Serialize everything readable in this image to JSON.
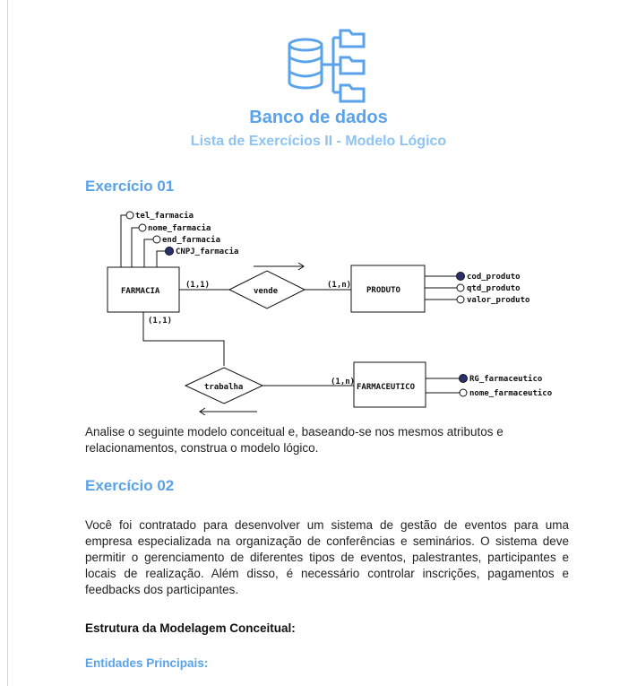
{
  "header": {
    "icon": "database-folders-icon",
    "title": "Banco de dados",
    "subtitle": "Lista de Exercícios II - Modelo Lógico"
  },
  "exercise1": {
    "heading": "Exercício 01",
    "diagram": {
      "entities": [
        "FARMACIA",
        "PRODUTO",
        "FARMACEUTICO"
      ],
      "relationships": [
        "vende",
        "trabalha"
      ],
      "farmacia_attributes": [
        "tel_farmacia",
        "nome_farmacia",
        "end_farmacia",
        "CNPJ_farmacia"
      ],
      "produto_attributes": [
        "cod_produto",
        "qtd_produto",
        "valor_produto"
      ],
      "farmaceutico_attributes": [
        "RG_farmaceutico",
        "nome_farmaceutico"
      ],
      "cardinalities": {
        "farmacia_vende": "(1,1)",
        "vende_produto": "(1,n)",
        "farmacia_trabalha": "(1,1)",
        "trabalha_farmaceutico": "(1,n)"
      }
    },
    "text": "Analise o seguinte modelo conceitual e, baseando-se nos mesmos atributos e relacionamentos, construa o modelo lógico."
  },
  "exercise2": {
    "heading": "Exercício 02",
    "text": "Você foi contratado para desenvolver um sistema de gestão de eventos para uma empresa especializada na organização de conferências e seminários. O sistema deve permitir o gerenciamento de diferentes tipos de eventos, palestrantes, participantes e locais de realização. Além disso, é necessário controlar inscrições, pagamentos e feedbacks dos participantes.",
    "structure_label": "Estrutura da Modelagem Conceitual:",
    "entities_label": "Entidades Principais:"
  },
  "colors": {
    "accent": "#5aa2ea",
    "accent_light": "#8ec3f2",
    "key_attribute": "#2b2f6e"
  }
}
